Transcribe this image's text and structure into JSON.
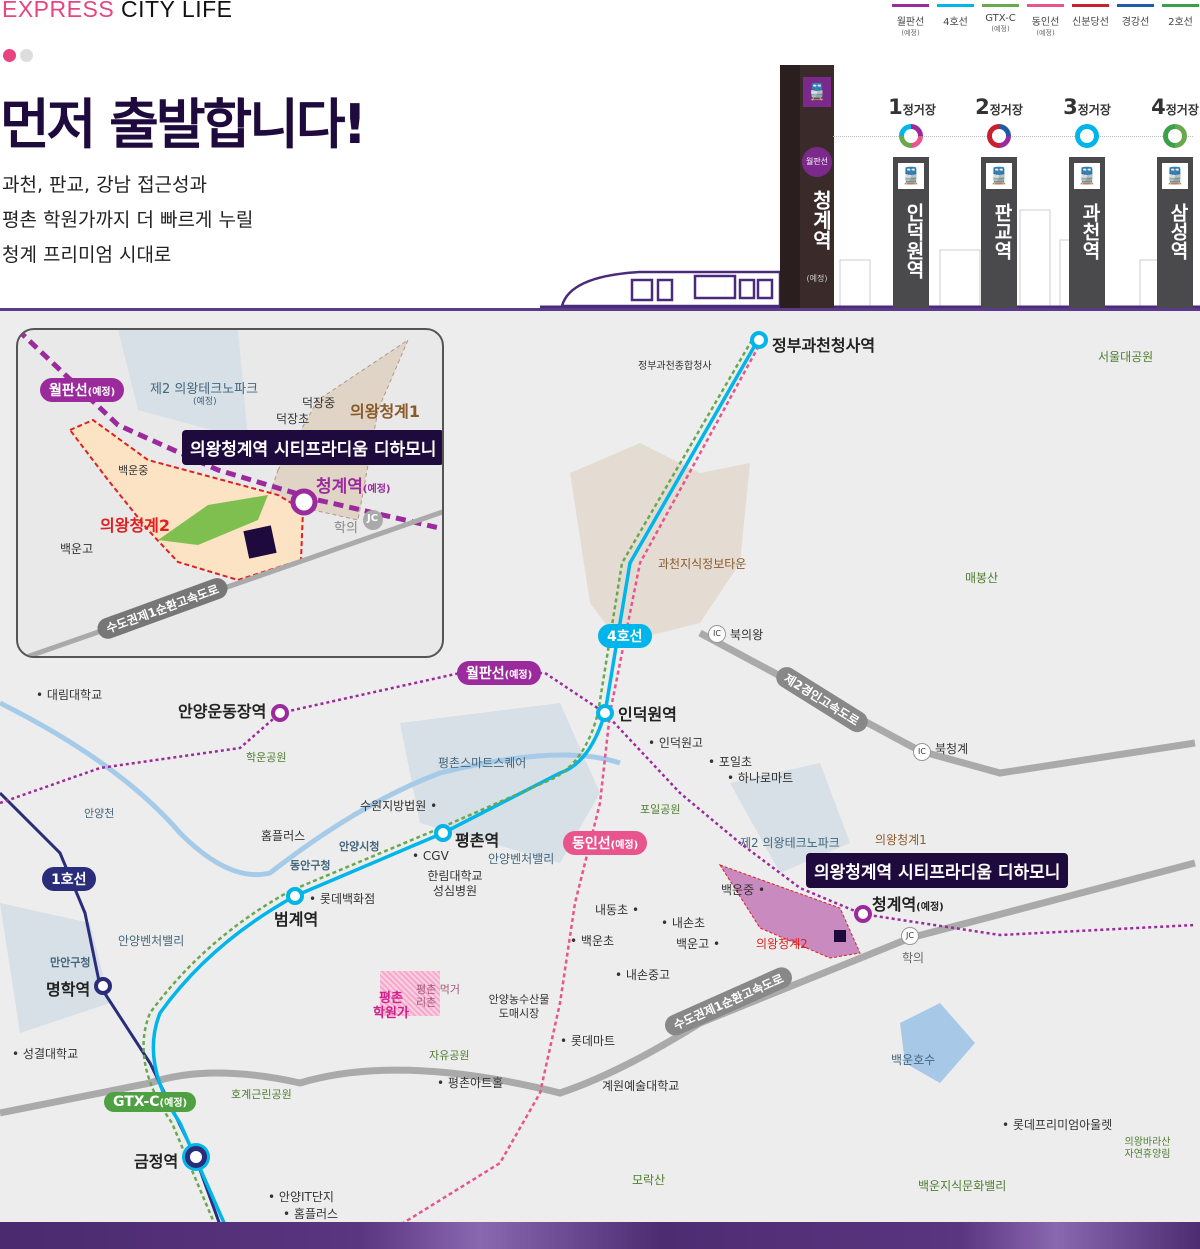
{
  "brand": {
    "express": "EXPRESS",
    "city": "CITY LIFE"
  },
  "headline": "먼저 출발합니다!",
  "sub": [
    "과천, 판교, 강남 접근성과",
    "평촌 학원가까지 더 빠르게 누릴",
    "청계 프리미엄 시대로"
  ],
  "legend": [
    {
      "name": "월판선",
      "note": "(예정)",
      "color": "#9b2a9c"
    },
    {
      "name": "4호선",
      "note": "",
      "color": "#00b5e9"
    },
    {
      "name": "GTX-C",
      "note": "(예정)",
      "color": "#6aa84f"
    },
    {
      "name": "동인선",
      "note": "(예정)",
      "color": "#e8558c"
    },
    {
      "name": "신분당선",
      "note": "",
      "color": "#c8202f"
    },
    {
      "name": "경강선",
      "note": "",
      "color": "#1e5aa8"
    },
    {
      "name": "2호선",
      "note": "",
      "color": "#3aa04a"
    }
  ],
  "pillar": {
    "line": "월판선",
    "station": "청계역",
    "note": "(예정)"
  },
  "stops": [
    {
      "num": "1",
      "label": "정거장",
      "station": "인덕원역"
    },
    {
      "num": "2",
      "label": "정거장",
      "station": "판교역"
    },
    {
      "num": "3",
      "label": "정거장",
      "station": "과천역"
    },
    {
      "num": "4",
      "label": "정거장",
      "station": "삼성역"
    }
  ],
  "inset": {
    "line": "월판선",
    "line_note": "(예정)",
    "park": "제2 의왕테크노파크",
    "park_note": "(예정)",
    "schools": [
      "덕장중",
      "덕장초",
      "백운중",
      "백운고"
    ],
    "zone1": "의왕청계1",
    "zone2": "의왕청계2",
    "callout": "의왕청계역 시티프라디움 디하모니",
    "station": "청계역",
    "station_note": "(예정)",
    "jc": "JC",
    "jc_name": "학의",
    "highway": "수도권제1순환고속도로"
  },
  "map": {
    "stations": [
      "정부과천청사역",
      "인덕원역",
      "평촌역",
      "범계역",
      "안양운동장역",
      "명학역",
      "금정역",
      "청계역"
    ],
    "station_note": "(예정)",
    "line_pills": {
      "line4": "4호선",
      "wolpan": "월판선",
      "dongin": "동인선",
      "line1": "1호선",
      "gtx": "GTX-C",
      "note": "(예정)"
    },
    "highways": [
      "제2경인고속도로",
      "수도권제1순환고속도로"
    ],
    "ic": [
      "IC",
      "IC",
      "JC"
    ],
    "ic_names": [
      "북의왕",
      "북청계",
      "학의"
    ],
    "places": [
      "정부과천종합청사",
      "서울대공원",
      "과천지식정보타운",
      "매봉산",
      "대림대학교",
      "학운공원",
      "평촌스마트스퀘어",
      "안양천",
      "수원지방법원",
      "홈플러스",
      "안양시청",
      "동안구청",
      "CGV",
      "안양벤처밸리",
      "한림대학교 성심병원",
      "롯데백화점",
      "안양벤처밸리",
      "만안구청",
      "성결대학교",
      "호계근린공원",
      "자유공원",
      "평촌아트홀",
      "안양농수산물 도매시장",
      "롯데마트",
      "계원예술대학교",
      "모락산",
      "안양IT단지",
      "홈플러스",
      "인덕원고",
      "포일초",
      "하나로마트",
      "포일공원",
      "제2 의왕테크노파크",
      "의왕청계1",
      "백운중",
      "내동초",
      "내손초",
      "백운초",
      "백운고",
      "내손중고",
      "의왕청계2",
      "백운호수",
      "롯데프리미엄아울렛",
      "의왕바라산 자연휴양림",
      "백운지식문화밸리",
      "평촌 먹거리촌",
      "평촌 학원가"
    ],
    "callout": "의왕청계역 시티프라디움 디하모니"
  }
}
